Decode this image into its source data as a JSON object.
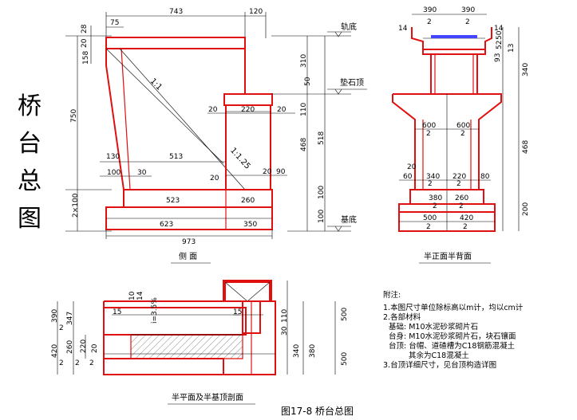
{
  "title_vertical": [
    "桥",
    "台",
    "总",
    "图"
  ],
  "labels": {
    "rail_bottom": "轨底",
    "bearing_top": "垫石顶",
    "foundation_bottom": "基底",
    "side_view": "侧 面",
    "half_front_back": "半正面半背面",
    "half_plan": "半平面及半基顶剖面",
    "figure_caption": "图17-8   桥台总图",
    "slope_1": "1:1",
    "slope_2": "1:1.25",
    "slope_3": "i=3.5%"
  },
  "side_dims": {
    "top_743": "743",
    "top_120": "120",
    "d75": "75",
    "d28": "28",
    "d20a": "20",
    "d158": "158",
    "d750": "750",
    "d310": "310",
    "d50": "50",
    "d110": "110",
    "d468": "468",
    "d518": "518",
    "d20b": "20",
    "d220": "220",
    "d20c": "20",
    "d130": "130",
    "d513": "513",
    "d100a": "100",
    "d30": "30",
    "d20d": "20",
    "d20e": "20",
    "d90": "90",
    "d523": "523",
    "d260": "260",
    "d2x100": "2×100",
    "d623": "623",
    "d350": "350",
    "d100b": "100",
    "d100c": "100",
    "d973": "973"
  },
  "front_dims": {
    "d390a": "390",
    "d390b": "390",
    "d2a": "2",
    "d2b": "2",
    "d14a": "14",
    "d14b": "14",
    "d50": "50",
    "d52": "52",
    "d93": "93",
    "d13": "13",
    "d340": "340",
    "d468": "468",
    "d200": "200",
    "d600a": "600",
    "d2c": "2",
    "d600b": "600",
    "d2d": "2",
    "d20": "20",
    "d60": "60",
    "d340b": "340",
    "d220": "220",
    "d80": "80",
    "d2e": "2",
    "d2f": "2",
    "d380": "380",
    "d260": "260",
    "d2g": "2",
    "d2h": "2",
    "d500": "500",
    "d420": "420",
    "d2i": "2",
    "d2j": "2"
  },
  "plan_dims": {
    "d10": "10",
    "d14": "14",
    "d15a": "15",
    "d15b": "15",
    "d390": "390",
    "d347": "347",
    "d420": "420",
    "d260": "260",
    "d220": "220",
    "d20": "20",
    "d2a": "2",
    "d2b": "2",
    "d2c": "2",
    "d2d": "2",
    "d30": "30",
    "d110": "110",
    "d340": "340",
    "d380": "380",
    "d500a": "500",
    "d500b": "500"
  },
  "notes": {
    "heading": "附注:",
    "n1": "1.本图尺寸单位除标高以m计，均以cm计",
    "n2": "2.各部材料",
    "n2a": "基础: M10水泥砂浆砌片石",
    "n2b": "台身: M10水泥砂浆砌片石，块石镶面",
    "n2c": "台顶: 台帽、道碴槽为C18钢筋混凝土",
    "n2d": "其余为C18混凝土",
    "n3": "3.台顶详细尺寸，见台顶构造详图"
  }
}
